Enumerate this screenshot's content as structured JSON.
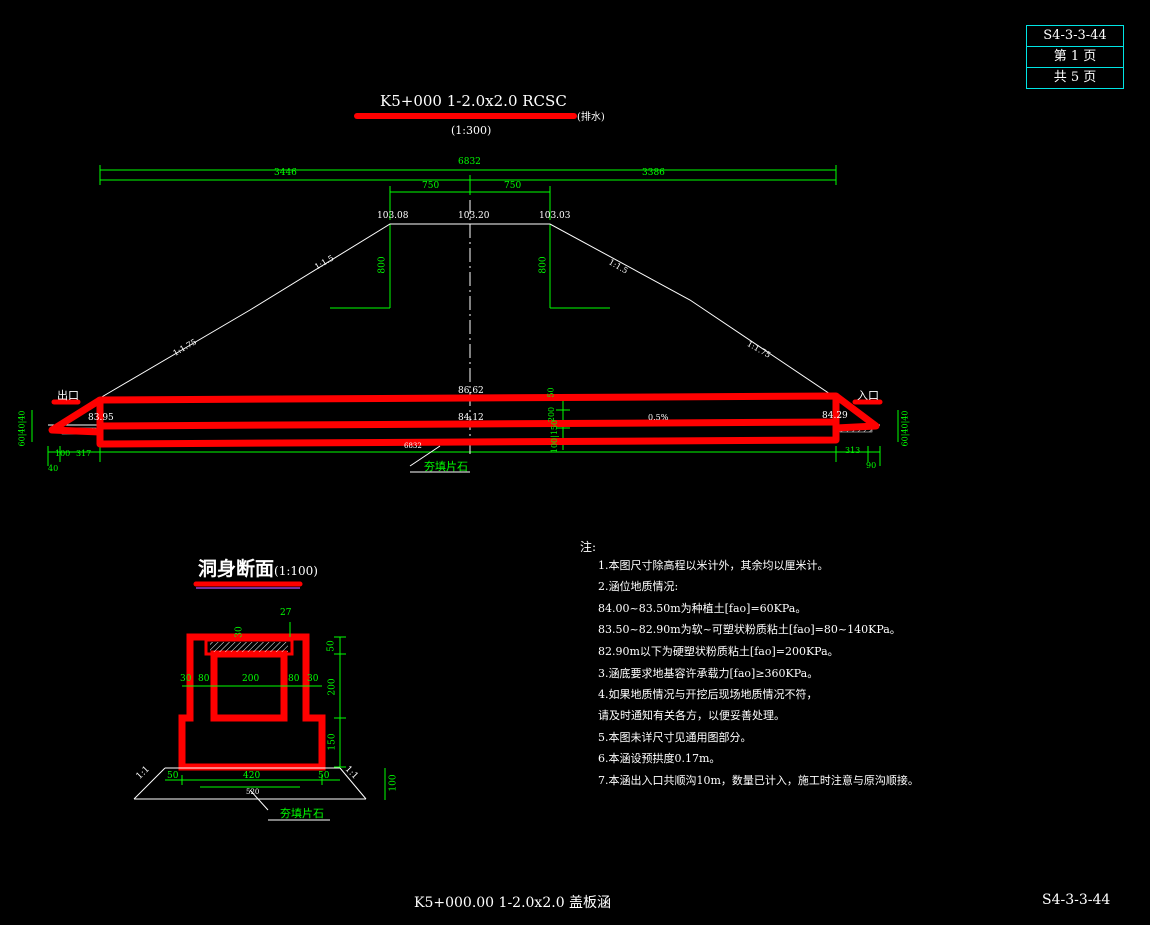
{
  "sheet": {
    "code": "S4-3-3-44",
    "page_line": "第  1  页",
    "total_line": "共  5  页"
  },
  "profile": {
    "title": "K5+000 1-2.0x2.0 RCSC",
    "title_suffix": "(排水)",
    "scale": "(1:300)",
    "dim_total": "6832",
    "dim_left": "3446",
    "dim_right": "3386",
    "dim_mid_left": "750",
    "dim_mid_right": "750",
    "elev_left_top": "103.08",
    "elev_center_top": "103.20",
    "elev_right_top": "103.03",
    "slope_left_upper": "1:1.5",
    "slope_left_lower": "1:1.75",
    "slope_right_upper": "1:1.5",
    "slope_right_lower": "1:1.75",
    "height_left": "800",
    "height_right": "800",
    "outlet_label": "出口",
    "inlet_label": "入口",
    "elev_culvert_top": "86.62",
    "elev_culvert_bottom": "84.12",
    "elev_left_end": "83.95",
    "elev_right_end": "84.29",
    "slope_percent": "0.5%",
    "dim_50": "50",
    "dim_200": "200",
    "dim_100_150": "100|150",
    "dim_bottom_center": "6832",
    "dim_left_100": "100",
    "dim_left_317": "317",
    "dim_left_40": "40",
    "dim_right_313": "313",
    "dim_right_90": "90",
    "dim_left_vert": "60|40|40",
    "dim_right_vert": "60|40|40",
    "backfill_label": "夯填片石"
  },
  "section": {
    "title": "洞身断面",
    "scale": "(1:100)",
    "dim_27": "27",
    "dim_30_top": "30",
    "dim_30_left": "30",
    "dim_80_left": "80",
    "dim_200": "200",
    "dim_80_right": "80",
    "dim_30_right": "30",
    "dim_v50": "50",
    "dim_v200": "200",
    "dim_v150": "150",
    "dim_50_left": "50",
    "dim_420": "420",
    "dim_50_right": "50",
    "dim_v100": "100",
    "dim_bottom": "520",
    "slope_left": "1:1",
    "slope_right": "1:1",
    "backfill_label": "夯填片石"
  },
  "notes": {
    "heading": "注:",
    "lines": [
      "1.本图尺寸除高程以米计外，其余均以厘米计。",
      "2.涵位地质情况:",
      "  84.00~83.50m为种植土[fao]=60KPa。",
      "  83.50~82.90m为软~可塑状粉质粘土[fao]=80~140KPa。",
      "  82.90m以下为硬塑状粉质粘土[fao]=200KPa。",
      "3.涵底要求地基容许承载力[fao]≥360KPa。",
      "4.如果地质情况与开挖后现场地质情况不符，",
      "  请及时通知有关各方，以便妥善处理。",
      "5.本图未详尺寸见通用图部分。",
      "6.本涵设预拱度0.17m。",
      "7.本涵出入口共顺沟10m，数量已计入，施工时注意与原沟顺接。"
    ]
  },
  "footer": {
    "title": "K5+000.00 1-2.0x2.0 盖板涵",
    "code": "S4-3-3-44"
  },
  "colors": {
    "culvert": "#ff0000",
    "dimension": "#00ff00",
    "frame": "#00e5e5",
    "line": "#ffffff"
  }
}
